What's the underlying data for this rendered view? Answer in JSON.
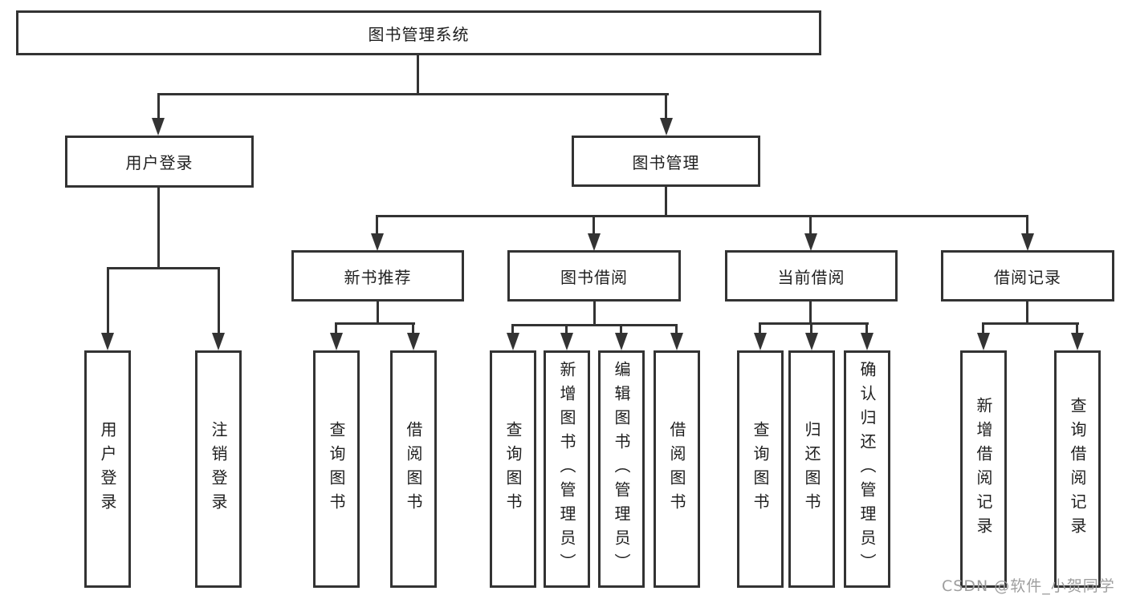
{
  "tree": {
    "root": "图书管理系统",
    "branches": [
      {
        "label": "用户登录",
        "children": [
          "用户登录",
          "注销登录"
        ]
      },
      {
        "label": "图书管理",
        "sections": [
          {
            "label": "新书推荐",
            "children": [
              "查询图书",
              "借阅图书"
            ]
          },
          {
            "label": "图书借阅",
            "children": [
              "查询图书",
              "新增图书（管理员）",
              "编辑图书（管理员）",
              "借阅图书"
            ]
          },
          {
            "label": "当前借阅",
            "children": [
              "查询图书",
              "归还图书",
              "确认归还（管理员）"
            ]
          },
          {
            "label": "借阅记录",
            "children": [
              "新增借阅记录",
              "查询借阅记录"
            ]
          }
        ]
      }
    ]
  },
  "watermark": "CSDN @软件_小贺同学",
  "colors": {
    "line": "#333333",
    "box_border": "#333333",
    "text": "#1f1f1f",
    "watermark": "#9e9e9e",
    "background": "#ffffff"
  }
}
